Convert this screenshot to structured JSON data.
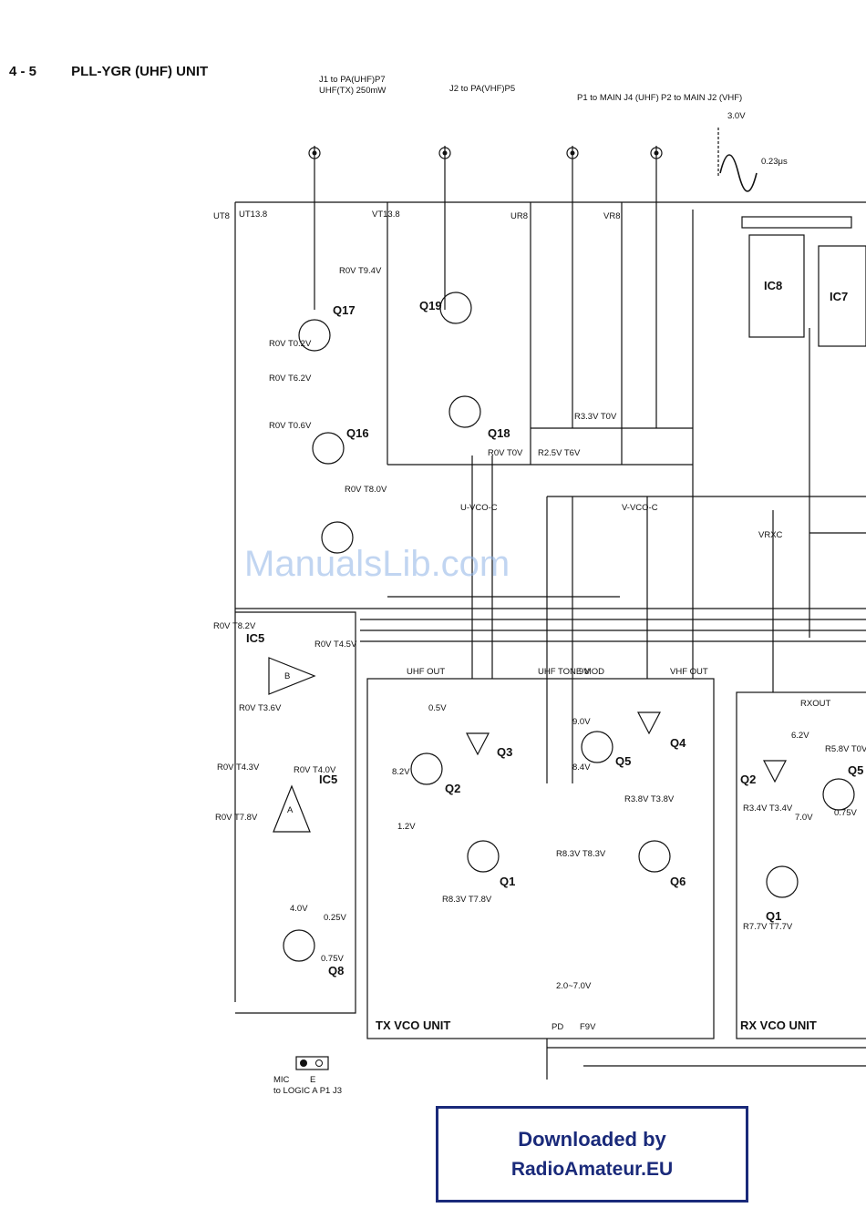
{
  "header": {
    "section": "4 - 5",
    "title": "PLL-YGR (UHF) UNIT"
  },
  "connectors": {
    "j1": "J1 to PA(UHF)P7",
    "j1_sub": "UHF(TX) 250mW",
    "j2": "J2 to PA(VHF)P5",
    "p1": "P1 to MAIN J4 (UHF)",
    "p2": "P2 to MAIN J2 (VHF)",
    "j3": "to LOGIC A P1 J3",
    "mic": "MIC",
    "e": "E"
  },
  "waveform": {
    "amplitude": "3.0V",
    "period": "0.23μs"
  },
  "rails": [
    "UT8",
    "UT13.8",
    "VT13.8",
    "UR8",
    "VR8"
  ],
  "ics": [
    "IC8",
    "IC7",
    "IC5",
    "IC5"
  ],
  "ic_sub": {
    "ic5_top": "B",
    "ic5_bottom": "A"
  },
  "units": {
    "tx_vco": "TX VCO UNIT",
    "rx_vco": "RX VCO UNIT"
  },
  "signals": [
    "U-VCO-C",
    "V-VCO-C",
    "VRXC",
    "UHF OUT",
    "UHF TONE MOD",
    "VHF OUT",
    "9V",
    "RXOUT",
    "PD",
    "F9V"
  ],
  "transistors": [
    "Q17",
    "Q16",
    "Q19",
    "Q18",
    "Q8",
    "Q2",
    "Q3",
    "Q4",
    "Q5",
    "Q1",
    "Q6",
    "Q2",
    "Q1",
    "Q5"
  ],
  "voltages": [
    "R0V T9.4V",
    "R0V T0.2V",
    "R0V T6.2V",
    "R0V T0.6V",
    "R0V T8.0V",
    "R0V T0V",
    "R2.5V T6V",
    "R3.3V T0V",
    "R0V T8.2V",
    "R0V T4.5V",
    "R0V T3.6V",
    "R0V T4.3V",
    "R0V T4.0V",
    "R0V T7.8V",
    "0.25V",
    "0.75V",
    "4.0V",
    "8.2V",
    "0.5V",
    "1.2V",
    "9.0V",
    "8.4V",
    "R3.8V T3.8V",
    "R8.3V T8.3V",
    "R8.3V T7.8V",
    "2.0~7.0V",
    "R7.7V T7.7V",
    "R3.4V T3.4V",
    "6.2V",
    "7.0V",
    "R5.8V T0V",
    "0.75V"
  ],
  "watermark": "ManualsLib.com",
  "download": {
    "line1": "Downloaded by",
    "line2": "RadioAmateur.EU"
  }
}
